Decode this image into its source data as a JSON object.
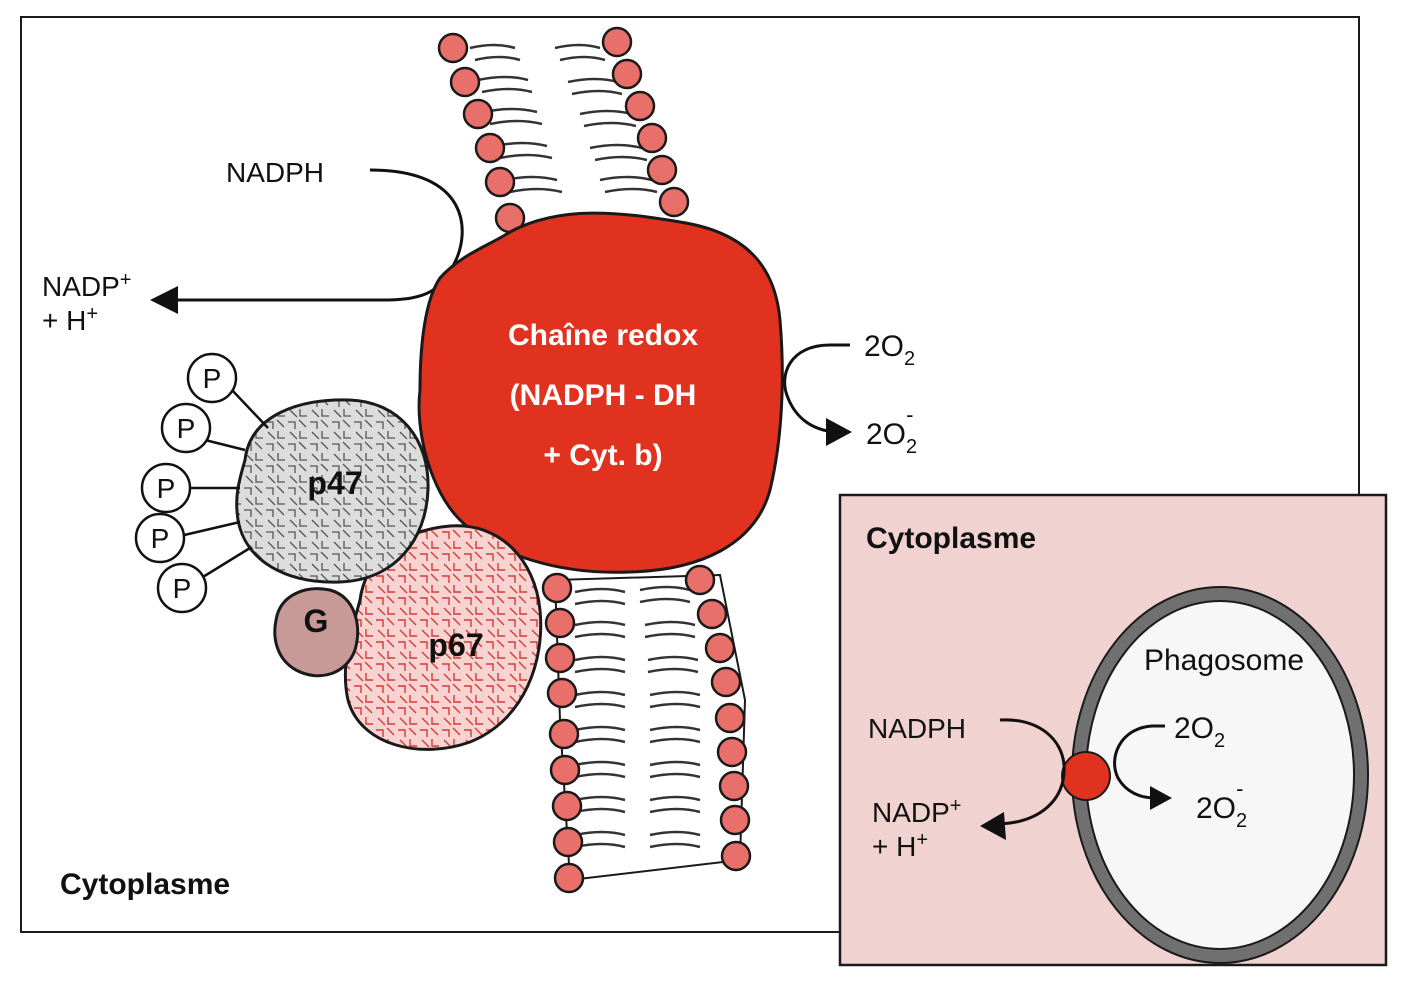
{
  "main_panel": {
    "cytoplasm_label": "Cytoplasme",
    "nadph_label": "NADPH",
    "nadp_line1": "NADP",
    "nadp_sup": "+",
    "h_line2": "+ H",
    "h_sup": "+",
    "enzyme_line1": "Chaîne redox",
    "enzyme_line2": "(NADPH - DH",
    "enzyme_line3": "+ Cyt. b)",
    "o2_in": "2O",
    "o2_in_sub": "2",
    "o2_out": "2O",
    "o2_out_sub": "2",
    "o2_out_sup": "-",
    "p47_label": "p47",
    "p67_label": "p67",
    "g_label": "G",
    "phosphate_label": "P"
  },
  "inset_panel": {
    "cytoplasm_label": "Cytoplasme",
    "phagosome_label": "Phagosome",
    "nadph_label": "NADPH",
    "nadp_line1": "NADP",
    "nadp_sup": "+",
    "h_line2": "+ H",
    "h_sup": "+",
    "o2_in": "2O",
    "o2_in_sub": "2",
    "o2_out": "2O",
    "o2_out_sub": "2",
    "o2_out_sup": "-"
  },
  "colors": {
    "enzyme_red": "#e0321f",
    "lipid_head": "#e9706a",
    "p67_pink": "#f7d3d2",
    "p67_hatch": "#d63a35",
    "p47_grey": "#dcdcdc",
    "g_protein": "#c79a98",
    "inset_bg": "#f0d2d0",
    "phagosome_wall": "#707070"
  }
}
